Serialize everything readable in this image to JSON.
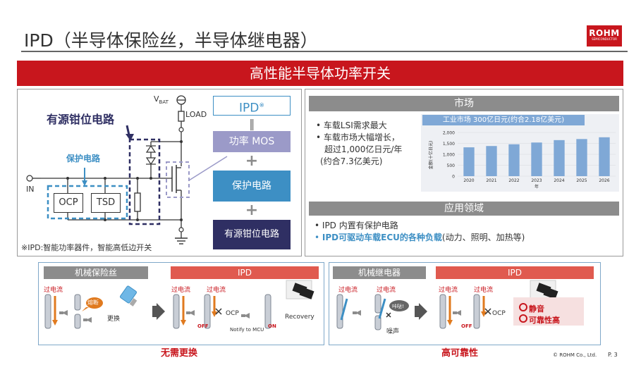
{
  "header": {
    "title": "IPD（半导体保险丝，半导体继电器）",
    "logo": "ROHM",
    "logo_sub": "SEMICONDUCTOR"
  },
  "banner": {
    "text": "高性能半导体功率开关"
  },
  "circuit": {
    "heading": "有源钳位电路",
    "vbat": "V",
    "vbat_sub": "BAT",
    "load": "LOAD",
    "protect_label": "保护电路",
    "in_label": "IN",
    "ocp": "OCP",
    "tsd": "TSD",
    "footnote": "※IPD:智能功率器件，智能高低边开关"
  },
  "stack": {
    "ipd": "IPD",
    "ipd_mark": "※",
    "equals": "‖",
    "mos": "功率 MOS",
    "plus1": "+",
    "protect": "保护电路",
    "plus2": "+",
    "clamp": "有源钳位电路"
  },
  "market": {
    "title": "市场",
    "bullets": [
      "车载LSI需求最大",
      "车载市场大幅增长，",
      "超过1,000亿日元/年",
      "(约合7.3亿美元)"
    ],
    "chart_title": "工业市场 300亿日元(约合2.18亿美元)"
  },
  "chart_data": {
    "type": "bar",
    "title": "工业市场 300亿日元(约合2.18亿美元)",
    "categories": [
      "2020",
      "2021",
      "2022",
      "2023",
      "2024",
      "2025",
      "2026"
    ],
    "values": [
      1320,
      1380,
      1460,
      1540,
      1650,
      1700,
      1780
    ],
    "ylabel": "金额(十亿日元)",
    "xlabel": "年",
    "ylim": [
      0,
      2000
    ],
    "yticks": [
      "0",
      "500",
      "1,000",
      "1,500",
      "2,000"
    ],
    "color": "#7fa8d6",
    "grid": true
  },
  "apps": {
    "title": "应用领域",
    "line1": "IPD 内置有保护电路",
    "line2": "IPD可驱动车载ECU的各种负载",
    "line2_tail": "(动力、照明、加热等)"
  },
  "left_bottom": {
    "hdr1": "机械保险丝",
    "hdr2": "IPD",
    "overcurrent": "过电流",
    "burn": "熔断",
    "replace": "更换",
    "ocp": "OCP",
    "notify": "Notify to MCU",
    "recovery": "Recovery",
    "off": "OFF",
    "on": "ON",
    "caption": "无需更换"
  },
  "right_bottom": {
    "hdr1": "机械继电器",
    "hdr2": "IPD",
    "overcurrent": "过电流",
    "click": "咔哒!",
    "noise": "噪声",
    "ocp": "OCP",
    "off": "OFF",
    "silent": "静音",
    "reliable": "可靠性高",
    "caption": "高可靠性"
  },
  "footer": {
    "copyright": "© ROHM Co., Ltd.",
    "page": "P. 3"
  }
}
